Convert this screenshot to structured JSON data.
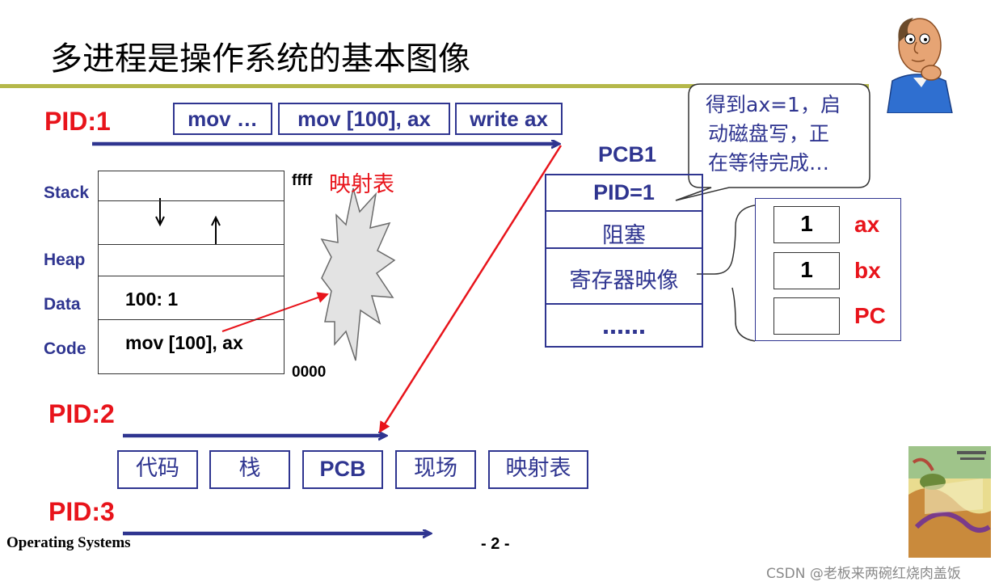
{
  "title": "多进程是操作系统的基本图像",
  "processes": {
    "pid1": "PID:1",
    "pid2": "PID:2",
    "pid3": "PID:3"
  },
  "instructions": [
    "mov …",
    "mov [100], ax",
    "write ax"
  ],
  "memory": {
    "labels": {
      "stack": "Stack",
      "heap": "Heap",
      "data": "Data",
      "code": "Code"
    },
    "data_content": "100:  1",
    "code_content": "mov [100], ax",
    "top_address": "ffff",
    "bottom_address": "0000",
    "mapping_table": "映射表"
  },
  "pcb": {
    "title": "PCB1",
    "rows": [
      "PID=1",
      "阻塞",
      "寄存器映像",
      "……"
    ]
  },
  "callout": {
    "lines": [
      "得到ax=1，启",
      "动磁盘写，正",
      "在等待完成…"
    ]
  },
  "registers": [
    {
      "value": "1",
      "name": "ax"
    },
    {
      "value": "1",
      "name": "bx"
    },
    {
      "value": "",
      "name": "PC"
    }
  ],
  "components": [
    "代码",
    "栈",
    "PCB",
    "现场",
    "映射表"
  ],
  "footer": {
    "course": "Operating Systems",
    "page": "- 2 -",
    "watermark": "CSDN @老板来两碗红烧肉盖饭"
  },
  "colors": {
    "navy": "#2f3590",
    "red": "#e8141b",
    "rule": "#b5b84a"
  }
}
